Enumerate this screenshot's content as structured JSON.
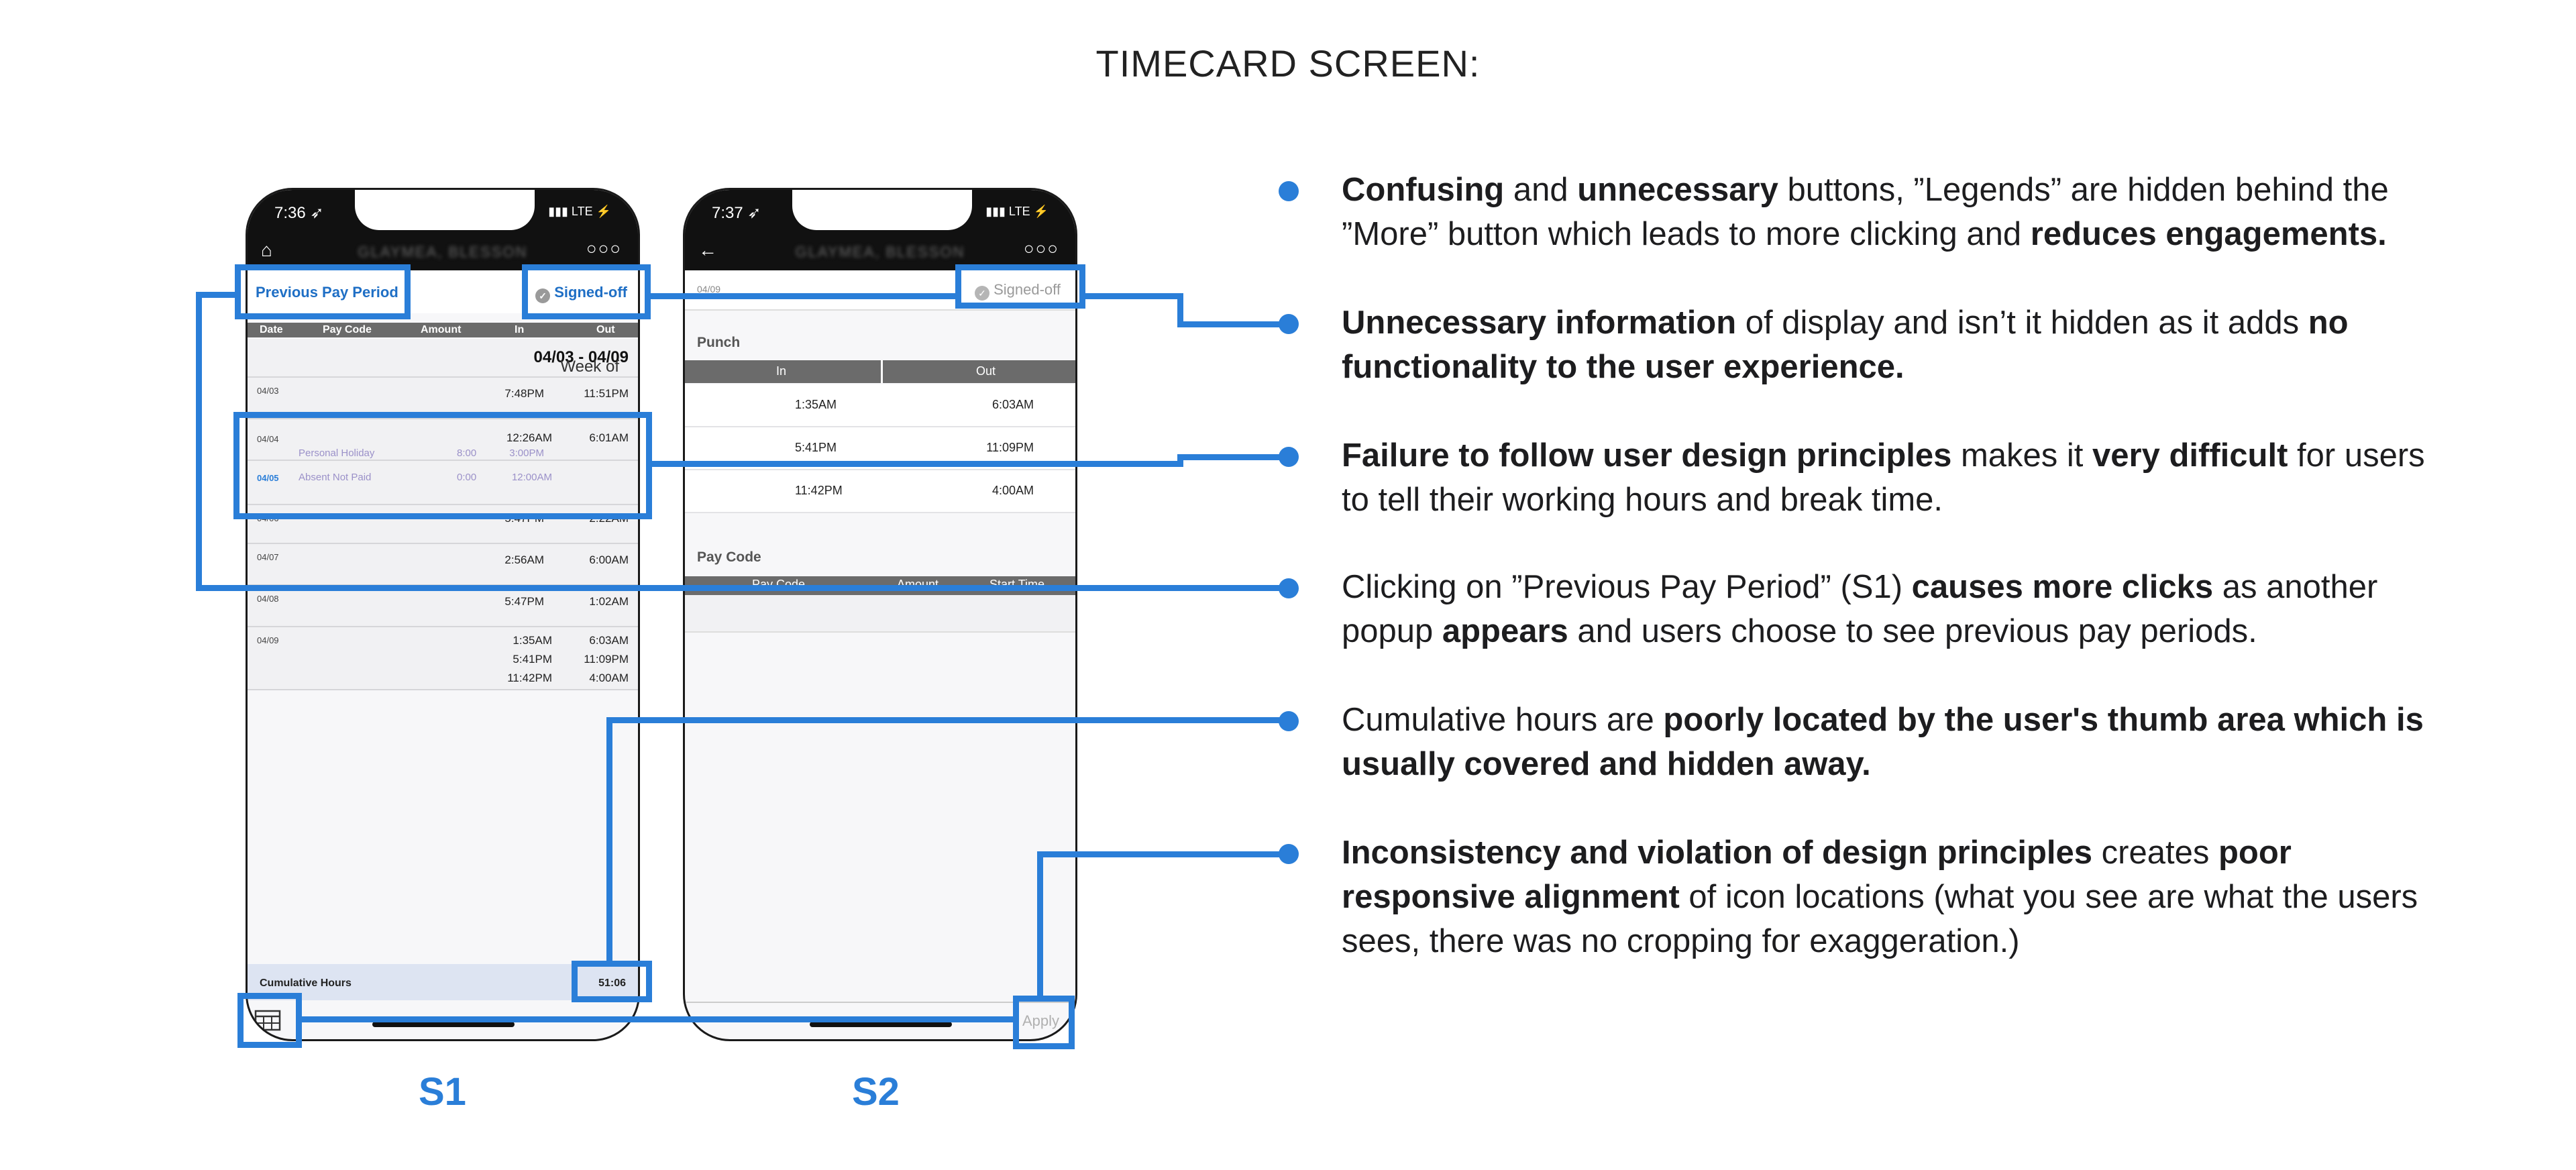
{
  "title": "TIMECARD SCREEN:",
  "s1": {
    "label": "S1",
    "status_time": "7:36 ➶",
    "status_right": "▮▮▮ LTE ⚡",
    "nav_home": "⌂",
    "nav_name": "GLAYMEA, BLESSON",
    "nav_more": "○○○",
    "prev_pay_period": "Previous Pay Period",
    "signed_off": "Signed-off",
    "columns": [
      "Date",
      "Pay Code",
      "Amount",
      "In",
      "Out"
    ],
    "week_prefix": "Week of ",
    "week_range": "04/03 - 04/09",
    "rows": [
      {
        "date": "04/03",
        "in": "7:48PM",
        "out": "11:51PM"
      },
      {
        "date": "04/04",
        "in": "12:26AM",
        "out": "6:01AM",
        "code": "Personal Holiday",
        "amount": "8:00",
        "code_in": "3:00PM"
      },
      {
        "date": "04/05",
        "code": "Absent Not Paid",
        "amount": "0:00",
        "code_in": "12:00AM"
      },
      {
        "date": "04/06",
        "in": "5:47PM",
        "out": "2:22AM"
      },
      {
        "date": "04/07",
        "in": "2:56AM",
        "out": "6:00AM"
      },
      {
        "date": "04/08",
        "in": "5:47PM",
        "out": "1:02AM"
      },
      {
        "date": "04/09",
        "in1": "1:35AM",
        "out1": "6:03AM",
        "in2": "5:41PM",
        "out2": "11:09PM",
        "in3": "11:42PM",
        "out3": "4:00AM"
      }
    ],
    "cumulative_label": "Cumulative Hours",
    "cumulative_value": "51:06"
  },
  "s2": {
    "label": "S2",
    "status_time": "7:37 ➶",
    "status_right": "▮▮▮ LTE ⚡",
    "nav_back": "←",
    "nav_name": "GLAYMEA, BLESSON",
    "nav_more": "○○○",
    "date": "04/09",
    "signed_off": "Signed-off",
    "punch_title": "Punch",
    "punch_columns": [
      "In",
      "Out"
    ],
    "punches": [
      {
        "in": "1:35AM",
        "out": "6:03AM"
      },
      {
        "in": "5:41PM",
        "out": "11:09PM"
      },
      {
        "in": "11:42PM",
        "out": "4:00AM"
      }
    ],
    "paycode_title": "Pay Code",
    "paycode_columns": [
      "Pay Code",
      "Amount",
      "Start Time"
    ],
    "apply": "Apply"
  },
  "notes": [
    {
      "parts": [
        [
          "b",
          "Confusing"
        ],
        [
          "t",
          " and "
        ],
        [
          "b",
          "unnecessary"
        ],
        [
          "t",
          " buttons, ”Legends” are hidden behind the ”More” button which leads to more clicking and "
        ],
        [
          "b",
          "reduces engagements."
        ]
      ]
    },
    {
      "parts": [
        [
          "b",
          "Unnecessary information"
        ],
        [
          "t",
          " of display and isn’t it hidden as it adds "
        ],
        [
          "b",
          "no functionality to the user experience."
        ]
      ]
    },
    {
      "parts": [
        [
          "b",
          "Failure to follow user design principles"
        ],
        [
          "t",
          " makes it "
        ],
        [
          "b",
          "very difficult"
        ],
        [
          "t",
          " for users to tell their working hours and break time."
        ]
      ]
    },
    {
      "parts": [
        [
          "t",
          "Clicking on ”Previous Pay Period” (S1) "
        ],
        [
          "b",
          "causes more clicks"
        ],
        [
          "t",
          " as another popup "
        ],
        [
          "b",
          "appears"
        ],
        [
          "t",
          " and users choose to see previous pay periods."
        ]
      ]
    },
    {
      "parts": [
        [
          "t",
          "Cumulative hours are "
        ],
        [
          "b",
          "poorly located by the user's thumb area which is usually covered and hidden away."
        ]
      ]
    },
    {
      "parts": [
        [
          "b",
          "Inconsistency and violation of design principles"
        ],
        [
          "t",
          " creates "
        ],
        [
          "b",
          "poor responsive alignment"
        ],
        [
          "t",
          " of icon locations (what you see are what the users sees, there was no cropping for exaggeration.)"
        ]
      ]
    }
  ],
  "accent": "#2a7ed8",
  "icons": [
    "home-icon",
    "more-icon",
    "back-icon",
    "check-circle-icon",
    "calendar-grid-icon"
  ]
}
